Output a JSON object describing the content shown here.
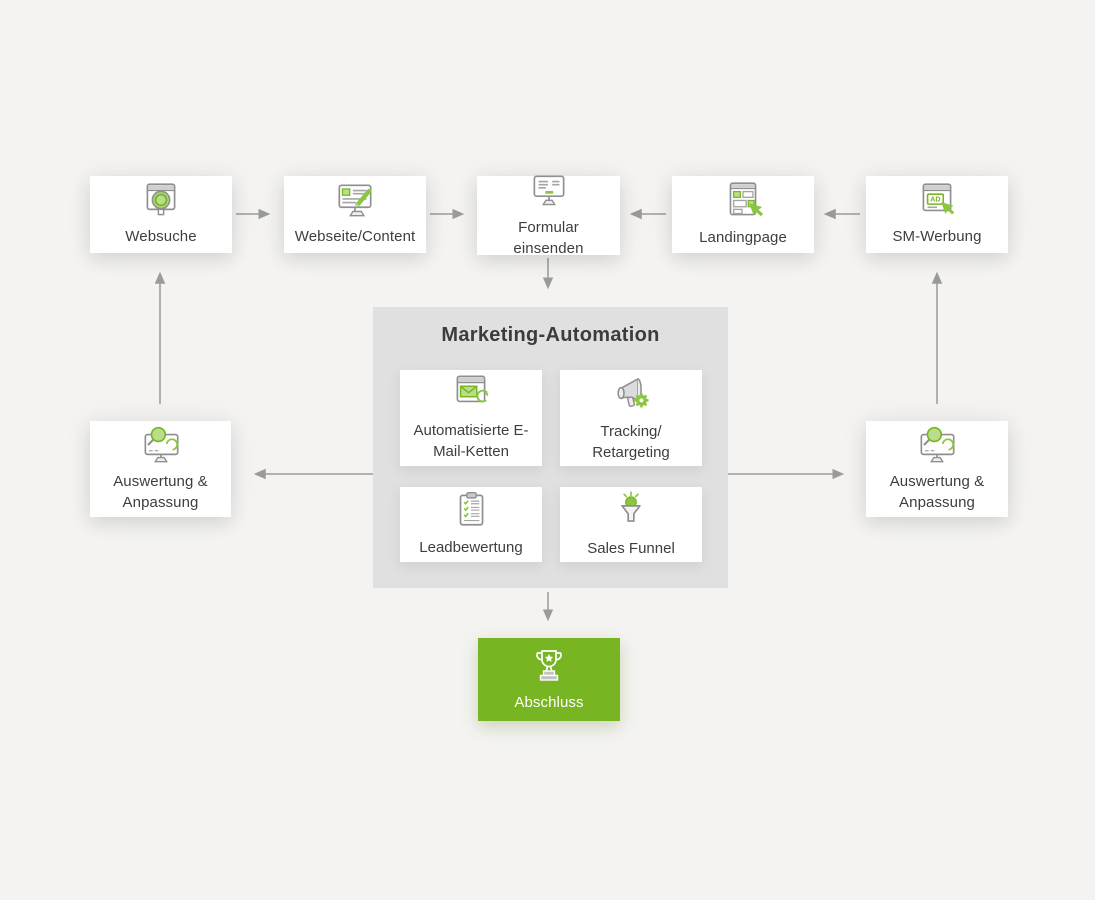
{
  "diagram": {
    "automation": {
      "title": "Marketing-Automation",
      "items": [
        {
          "id": "email_ketten",
          "label": "Automatisierte E-Mail-Ketten",
          "icon": "email-automation-icon"
        },
        {
          "id": "tracking",
          "label": "Tracking/ Retargeting",
          "icon": "megaphone-gear-icon"
        },
        {
          "id": "leadbewertung",
          "label": "Leadbewertung",
          "icon": "lead-scoring-clipboard-icon"
        },
        {
          "id": "sales_funnel",
          "label": "Sales Funnel",
          "icon": "sales-funnel-icon"
        }
      ]
    },
    "nodes": {
      "websuche": {
        "label": "Websuche",
        "icon": "web-search-icon"
      },
      "webseite": {
        "label": "Webseite/Content",
        "icon": "website-content-icon"
      },
      "formular": {
        "label": "Formular einsenden",
        "icon": "form-submit-icon"
      },
      "landingpage": {
        "label": "Landingpage",
        "icon": "landingpage-cursor-icon"
      },
      "sm_werbung": {
        "label": "SM-Werbung",
        "icon": "social-media-ad-icon"
      },
      "auswertung_links": {
        "label": "Auswertung & Anpassung",
        "icon": "analysis-monitor-icon"
      },
      "auswertung_rechts": {
        "label": "Auswertung & Anpassung",
        "icon": "analysis-monitor-icon"
      },
      "abschluss": {
        "label": "Abschluss",
        "icon": "trophy-icon"
      }
    },
    "ad_badge_text": "AD",
    "connections": [
      {
        "from": "websuche",
        "to": "webseite"
      },
      {
        "from": "webseite",
        "to": "formular"
      },
      {
        "from": "landingpage",
        "to": "formular"
      },
      {
        "from": "sm_werbung",
        "to": "landingpage"
      },
      {
        "from": "formular",
        "to": "marketing_automation"
      },
      {
        "from": "marketing_automation",
        "to": "abschluss"
      },
      {
        "from": "marketing_automation",
        "to": "auswertung_links"
      },
      {
        "from": "marketing_automation",
        "to": "auswertung_rechts"
      },
      {
        "from": "auswertung_links",
        "to": "websuche"
      },
      {
        "from": "auswertung_rechts",
        "to": "sm_werbung"
      }
    ],
    "colors": {
      "accent_green": "#77b522",
      "light_green": "#b9dd8a",
      "background": "#f4f3f1",
      "automation_box": "#e0e0e0",
      "arrow": "#9a9a9a",
      "text": "#3e3e3d"
    }
  }
}
